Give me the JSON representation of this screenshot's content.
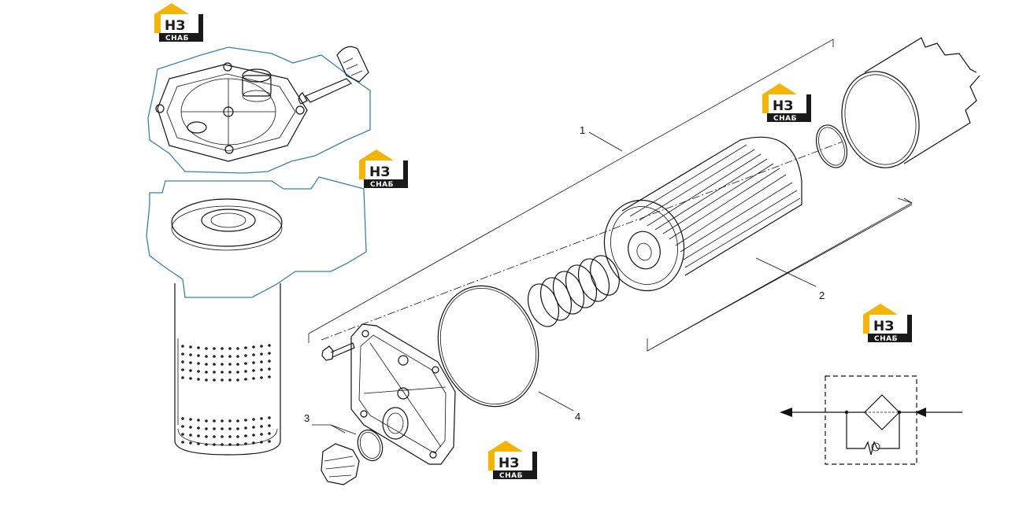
{
  "callouts": {
    "c1": "1",
    "c2": "2",
    "c3": "3",
    "c4": "4"
  },
  "logo": {
    "big": "НЗ",
    "small": "СНАБ",
    "accent": "#f5b400",
    "dark": "#1a1a1a"
  },
  "colors": {
    "outline": "#111111",
    "sectionLine": "#3a7fb0"
  }
}
